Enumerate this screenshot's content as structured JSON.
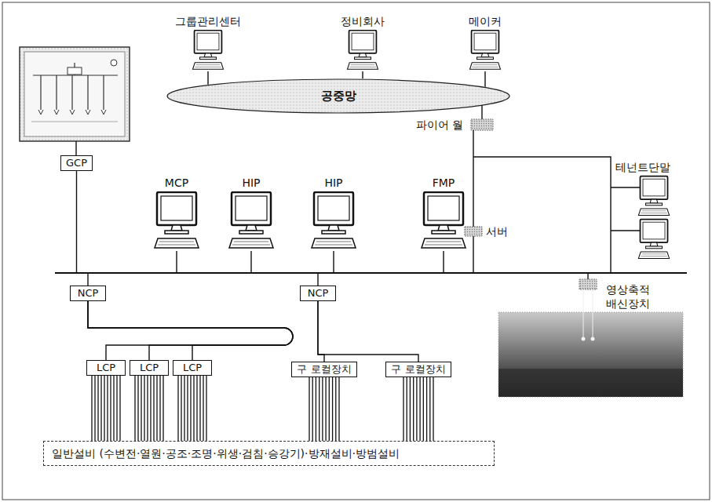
{
  "diagram": {
    "nodes": [
      {
        "text": [
          "그룹관리센터"
        ]
      },
      {
        "text": [
          "정비회사"
        ]
      },
      {
        "text": [
          "메이커"
        ]
      },
      {
        "text": [
          "공중망"
        ]
      },
      {
        "text": [
          "GCP"
        ]
      },
      {
        "text": [
          "MCP"
        ]
      },
      {
        "text": [
          "HIP"
        ]
      },
      {
        "text": [
          "HIP"
        ]
      },
      {
        "text": [
          "FMP"
        ]
      },
      {
        "text": [
          "NCP"
        ]
      },
      {
        "text": [
          "NCP"
        ]
      },
      {
        "text": [
          "LCP"
        ]
      },
      {
        "text": [
          "LCP"
        ]
      },
      {
        "text": [
          "LCP"
        ]
      },
      {
        "text": [
          "구 로컬장치"
        ]
      },
      {
        "text": [
          "구 로컬장치"
        ]
      },
      {
        "text": [
          "일반설비 (수변전·열원·공조·조명·위생·검침·승강기)·방재설비·방범설비"
        ]
      }
    ],
    "edges": [
      {
        "from": 0,
        "to": 3,
        "arrow": "none"
      },
      {
        "from": 1,
        "to": 3,
        "arrow": "none"
      },
      {
        "from": 2,
        "to": 3,
        "arrow": "none"
      },
      {
        "from": 9,
        "to": 11,
        "arrow": "none"
      },
      {
        "from": 9,
        "to": 12,
        "arrow": "none"
      },
      {
        "from": 9,
        "to": 13,
        "arrow": "none"
      },
      {
        "from": 10,
        "to": 14,
        "arrow": "none"
      },
      {
        "from": 10,
        "to": 15,
        "arrow": "none"
      },
      {
        "from": 11,
        "to": 16,
        "arrow": "none"
      },
      {
        "from": 12,
        "to": 16,
        "arrow": "none"
      },
      {
        "from": 13,
        "to": 16,
        "arrow": "none"
      },
      {
        "from": 14,
        "to": 16,
        "arrow": "none"
      },
      {
        "from": 15,
        "to": 16,
        "arrow": "none"
      }
    ],
    "labels": [
      "파이어 월",
      "테넌트단말",
      "서버",
      "영상축적 배신장치"
    ]
  }
}
